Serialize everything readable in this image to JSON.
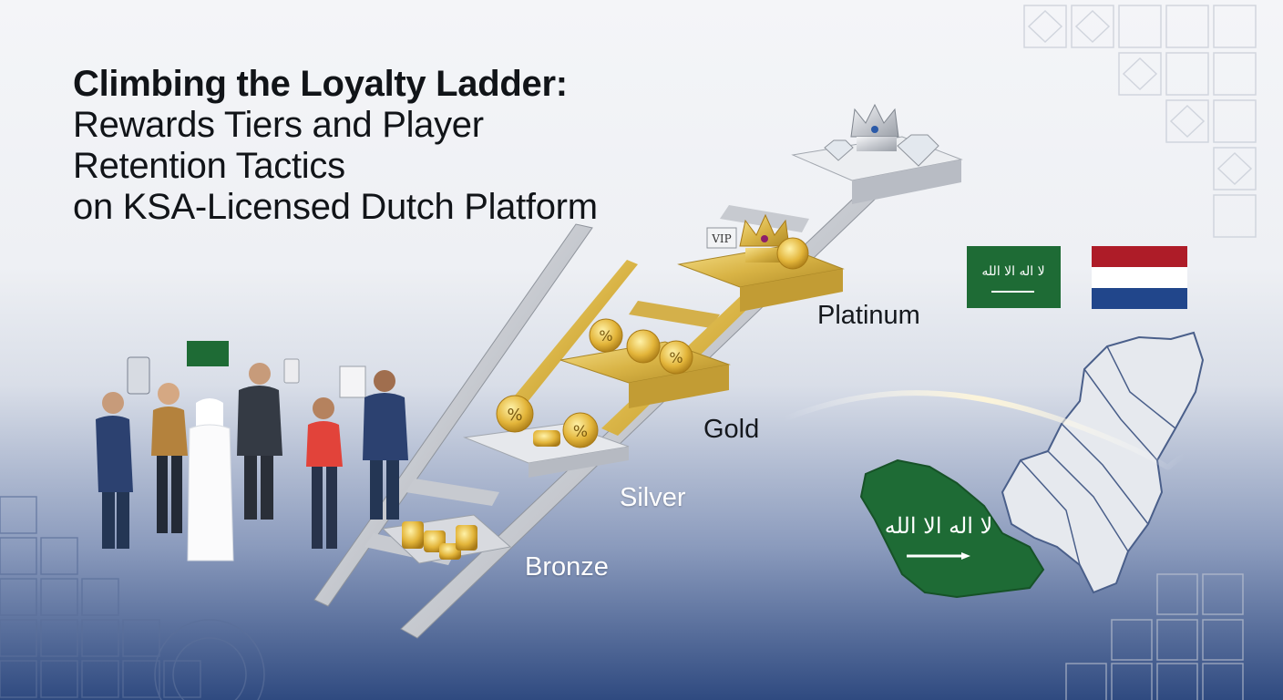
{
  "title": {
    "line1": "Climbing the Loyalty Ladder:",
    "line2": "Rewards Tiers and Player",
    "line3": "Retention Tactics",
    "line4": "on KSA-Licensed Dutch Platform"
  },
  "tiers": {
    "bronze": "Bronze",
    "silver": "Silver",
    "gold": "Gold",
    "platinum": "Platinum"
  },
  "badges": {
    "vip": "VIP",
    "percent": "%"
  },
  "colors": {
    "navy": "#2f4a80",
    "gold": "#d9b446",
    "silver": "#c9ccd2",
    "saudi_green": "#1e6b35",
    "dutch_red": "#ae1c28",
    "dutch_blue": "#21468b"
  }
}
